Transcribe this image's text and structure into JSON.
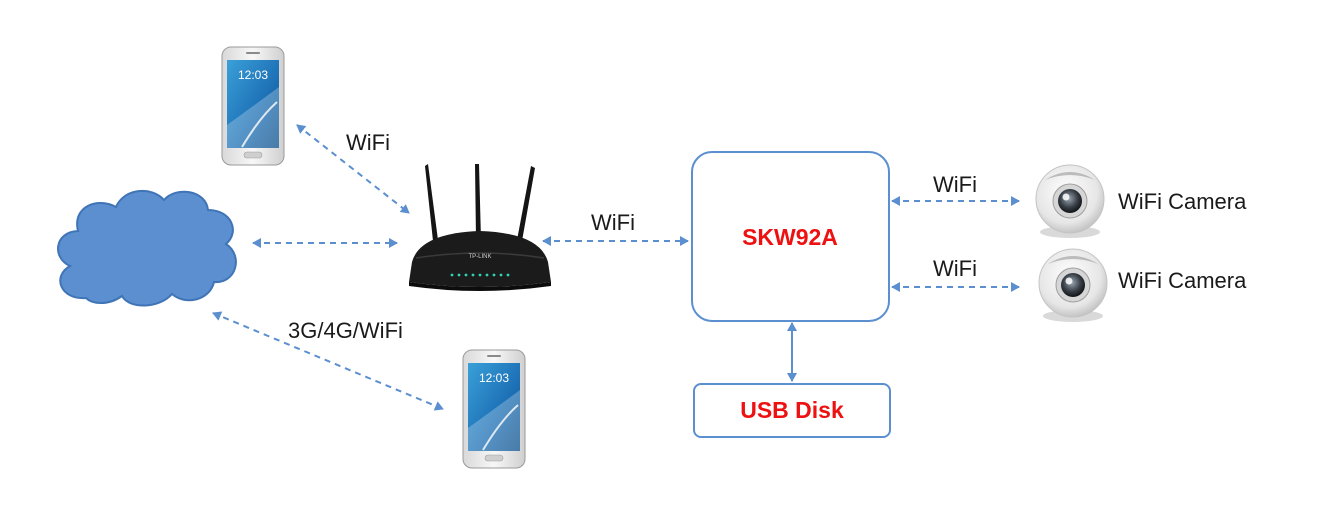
{
  "labels": {
    "wifi_phone_router": "WiFi",
    "wifi_router_skw": "WiFi",
    "wifi_camera1_link": "WiFi",
    "wifi_camera2_link": "WiFi",
    "cellular_link": "3G/4G/WiFi"
  },
  "nodes": {
    "skw_box": "SKW92A",
    "usb_box": "USB Disk",
    "camera1": "WiFi Camera",
    "camera2": "WiFi Camera",
    "phone_time": "12:03",
    "router_brand": "TP-LINK"
  },
  "icons": {
    "cloud": "cloud-icon",
    "router": "router-icon",
    "phone": "smartphone-icon",
    "camera": "webcam-icon"
  },
  "colors": {
    "connector": "#5b8fcf",
    "cloud_fill": "#5b8fcf",
    "box_border": "#5b8fcf",
    "accent_text": "#ee1111"
  }
}
